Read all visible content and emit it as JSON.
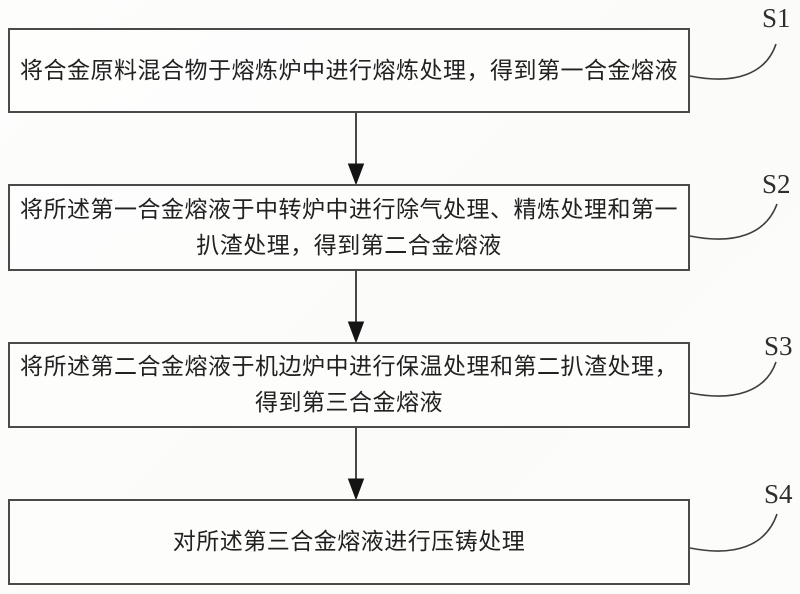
{
  "figure": {
    "type": "flowchart",
    "language": "zh",
    "colors": {
      "background": "#fcfcfa",
      "box_border": "#4a4a4a",
      "line": "#3e3e3e",
      "text": "#212121",
      "arrowhead": "#141414"
    }
  },
  "flowchart": {
    "steps": [
      {
        "label": "S1",
        "text": "将合金原料混合物于熔炼炉中进行熔炼处理，得到第一合金熔液",
        "lines": [
          "将合金原料混合物于熔炼炉中进行熔炼处理，得到第一合金熔液"
        ]
      },
      {
        "label": "S2",
        "text": "将所述第一合金熔液于中转炉中进行除气处理、精炼处理和第一扒渣处理，得到第二合金熔液",
        "lines": [
          "将所述第一合金熔液于中转炉中进行除气处理、精炼处理和第一",
          "扒渣处理，得到第二合金熔液"
        ]
      },
      {
        "label": "S3",
        "text": "将所述第二合金熔液于机边炉中进行保温处理和第二扒渣处理，得到第三合金熔液",
        "lines": [
          "将所述第二合金熔液于机边炉中进行保温处理和第二扒渣处理，",
          "得到第三合金熔液"
        ]
      },
      {
        "label": "S4",
        "text": "对所述第三合金熔液进行压铸处理",
        "lines": [
          "对所述第三合金熔液进行压铸处理"
        ]
      }
    ]
  }
}
